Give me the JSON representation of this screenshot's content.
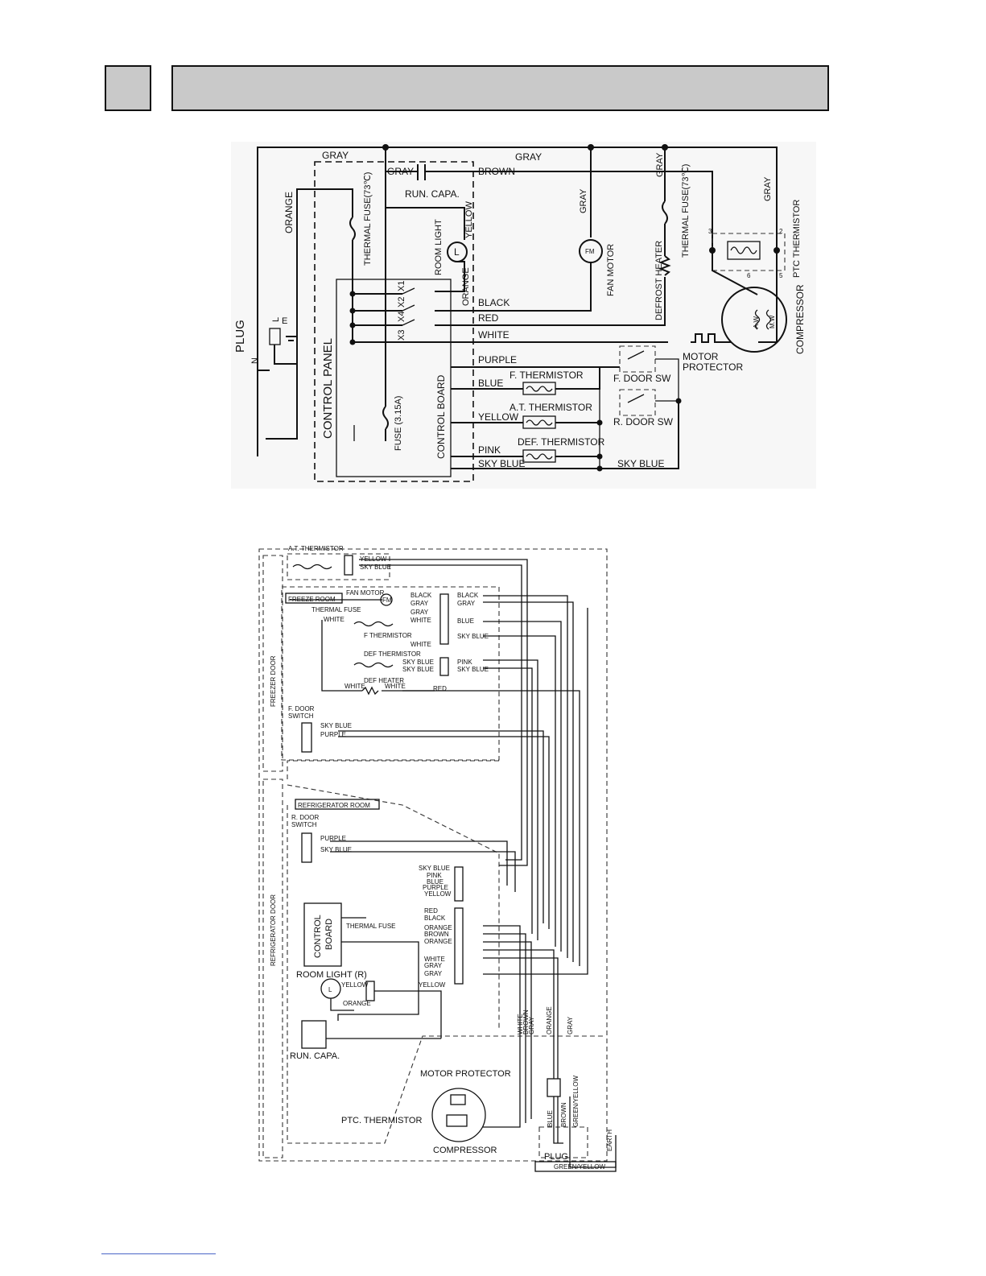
{
  "upper": {
    "gray_top_left": "GRAY",
    "gray_top_mid": "GRAY",
    "gray_cap": "GRAY",
    "brown": "BROWN",
    "run_capa": "RUN. CAPA.",
    "orange_left": "ORANGE",
    "thermal_fuse_left": "THERMAL FUSE(73℃)",
    "room_light": "ROOM LIGHT",
    "yellow_v": "YELLOW",
    "l_symbol": "L",
    "gray_v1": "GRAY",
    "fan_motor": "FAN MOTOR",
    "fm_symbol": "FM",
    "gray_v2": "GRAY",
    "thermal_fuse_right": "THERMAL FUSE(73℃)",
    "defrost_heater": "DEFROST HEATER",
    "gray_v3": "GRAY",
    "ptc_thermistor": "PTC THERMISTOR",
    "pin3": "3",
    "pin2": "2",
    "pin6": "6",
    "pin5": "5",
    "aw": "A.W",
    "mw": "M.W",
    "compressor": "COMPRESSOR",
    "plug": "PLUG",
    "n": "N",
    "l": "L",
    "e": "E",
    "control_panel": "CONTROL PANEL",
    "x1": "X1",
    "x2": "X2",
    "x4": "X4",
    "x3": "X3",
    "orange_v": "ORANGE",
    "black": "BLACK",
    "red": "RED",
    "white": "WHITE",
    "motor_protector": "MOTOR PROTECTOR",
    "purple": "PURPLE",
    "blue": "BLUE",
    "f_thermistor": "F. THERMISTOR",
    "f_door_sw": "F. DOOR SW",
    "yellow": "YELLOW",
    "at_thermistor": "A.T. THERMISTOR",
    "r_door_sw": "R. DOOR SW",
    "control_board": "CONTROL BOARD",
    "fuse": "FUSE (3.15A)",
    "pink": "PINK",
    "def_thermistor": "DEF. THERMISTOR",
    "sky_blue": "SKY BLUE",
    "sky_blue_right": "SKY BLUE"
  },
  "lower": {
    "at_thermistor": "A.T. THERMISTOR",
    "yellow_a": "YELLOW",
    "sky_blue_a": "SKY BLUE",
    "freeze_room": "FREEZE ROOM",
    "fan_motor": "FAN MOTOR",
    "fm": "FM",
    "c1_left": [
      "BLACK",
      "GRAY",
      "GRAY",
      "WHITE"
    ],
    "c1_right": [
      "BLACK",
      "GRAY",
      "BLUE"
    ],
    "thermal_fuse": "THERMAL FUSE",
    "white_a": "WHITE",
    "f_thermistor": "F THERMISTOR",
    "white_b": "WHITE",
    "sky_blue_b": "SKY BLUE",
    "def_thermistor": "DEF THERMISTOR",
    "c2_left": [
      "SKY BLUE",
      "SKY BLUE"
    ],
    "c2_right": [
      "PINK",
      "SKY BLUE"
    ],
    "def_heater": "DEF HEATER",
    "white_c": "WHITE",
    "white_d": "WHITE",
    "red_a": "RED",
    "freezer_door": "FREEZER DOOR",
    "f_door_switch_1": "F. DOOR",
    "f_door_switch_2": "SWITCH",
    "sky_blue_c": "SKY BLUE",
    "purple_a": "PURPLE",
    "refrigerator_room": "REFRIGERATOR ROOM",
    "r_door_switch_1": "R. DOOR",
    "r_door_switch_2": "SWITCH",
    "purple_b": "PURPLE",
    "sky_blue_d": "SKY BLUE",
    "refrigerator_door": "REFRIGERATOR DOOR",
    "c3_left": [
      "SKY BLUE",
      "PINK",
      "BLUE",
      "PURPLE",
      "YELLOW"
    ],
    "control_board_1": "CONTROL",
    "control_board_2": "BOARD",
    "thermal_fuse_b": "THERMAL FUSE",
    "c4_left": [
      "RED",
      "BLACK",
      "ORANGE",
      "BROWN",
      "ORANGE",
      "WHITE",
      "GRAY",
      "GRAY"
    ],
    "room_light": "ROOM LIGHT (R)",
    "l": "L",
    "yellow_b": "YELLOW",
    "orange_b": "ORANGE",
    "yellow_c": "YELLOW",
    "run_capa": "RUN. CAPA.",
    "white_v": "WHITE",
    "brown_v": "BROWN",
    "gray_v": "GRAY",
    "orange_v": "ORANGE",
    "gray_v2": "GRAY",
    "motor_protector": "MOTOR PROTECTOR",
    "ptc_thermistor": "PTC. THERMISTOR",
    "compressor": "COMPRESSOR",
    "blue_v": "BLUE",
    "brown_v2": "BROWN",
    "green_yellow_v": "GREEN/YELLOW",
    "earth": "EARTH",
    "plug": "PLUG",
    "green_yellow": "GREEN/YELLOW"
  }
}
